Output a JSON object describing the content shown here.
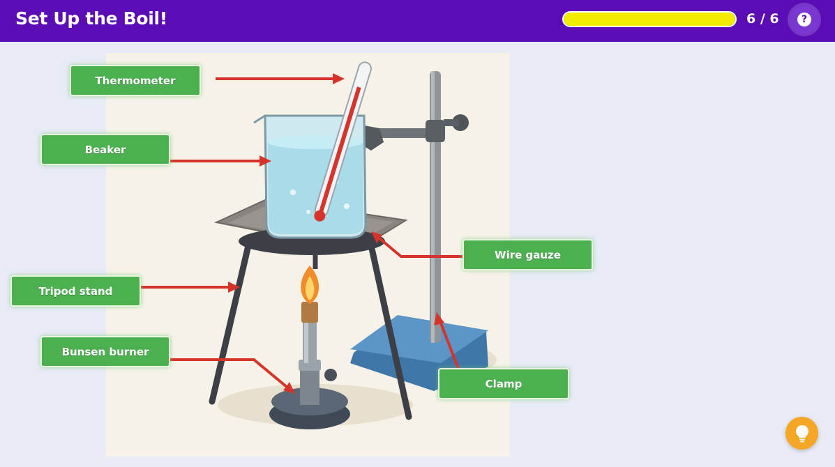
{
  "header": {
    "title": "Set Up the Boil!",
    "progress_fraction": 1.0,
    "progress_text": "6 / 6",
    "help_icon": "question-icon"
  },
  "labels": {
    "thermometer": "Thermometer",
    "beaker": "Beaker",
    "tripod": "Tripod stand",
    "bunsen": "Bunsen burner",
    "gauze": "Wire gauze",
    "clamp": "Clamp"
  },
  "colors": {
    "header_bg": "#5a0db4",
    "progress": "#f1ec00",
    "label_bg": "#4caf50",
    "arrow": "#d6342b",
    "hint_button": "#f5a623"
  },
  "hint_icon": "lightbulb-icon"
}
